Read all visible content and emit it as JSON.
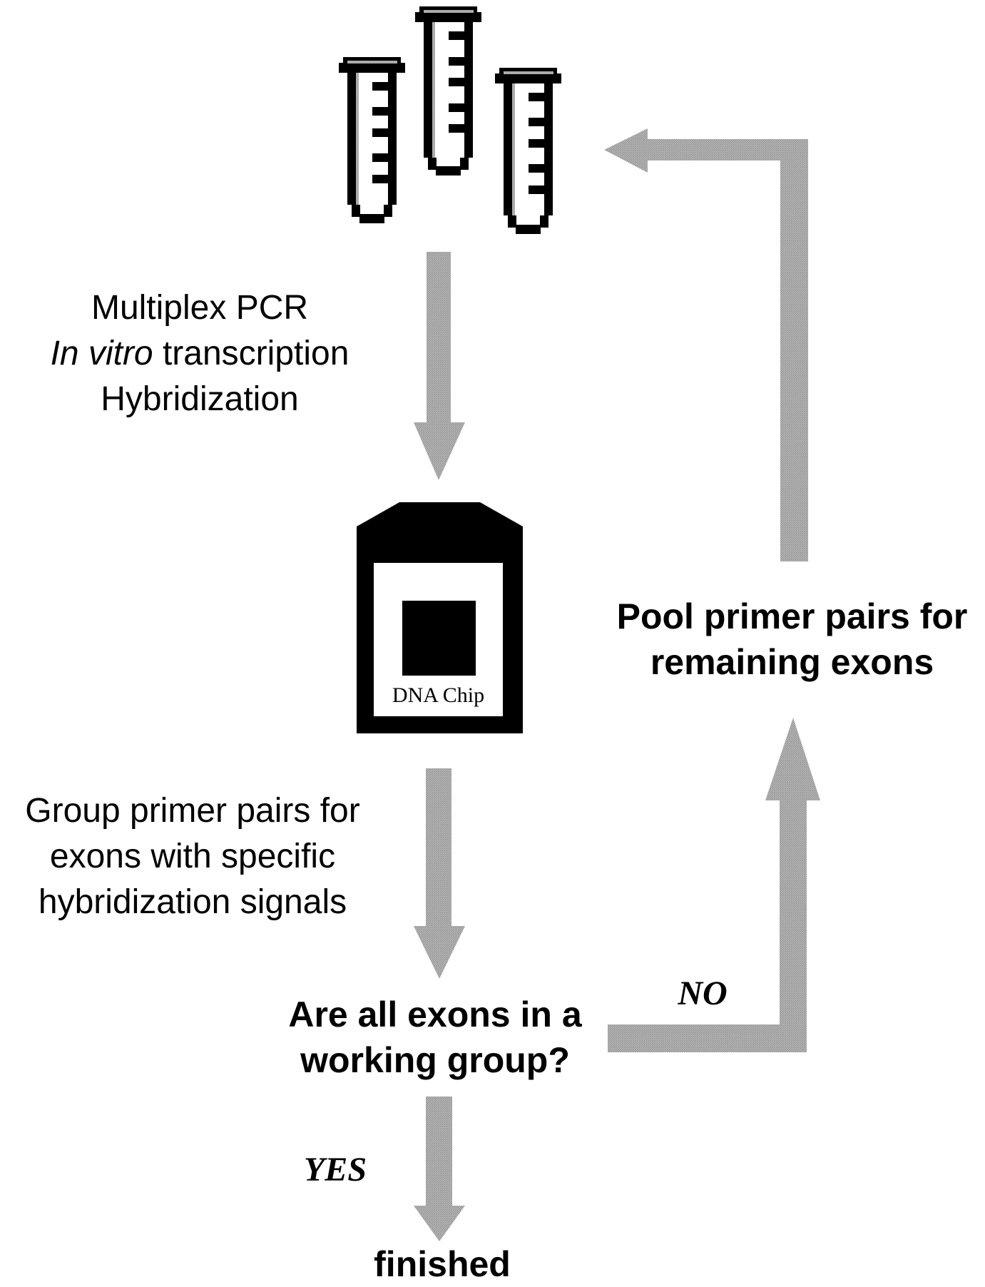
{
  "diagram": {
    "type": "flowchart",
    "colors": {
      "arrow_fill": "#a8a8a8",
      "ink": "#000000",
      "background": "#ffffff"
    },
    "nodes": {
      "tubes": {
        "icon": "pcr-tubes-icon",
        "count": 3
      },
      "step1": {
        "lines": [
          {
            "text": "Multiplex PCR"
          },
          {
            "italic_part": "In vitro",
            "rest": " transcription"
          },
          {
            "text": "Hybridization"
          }
        ]
      },
      "chip": {
        "icon": "dna-chip-icon",
        "label": "DNA Chip"
      },
      "step2": {
        "lines": [
          "Group primer pairs for",
          "exons with specific",
          "hybridization signals"
        ]
      },
      "question": {
        "lines": [
          "Are all exons in a",
          "working group?"
        ]
      },
      "pool": {
        "lines": [
          "Pool primer pairs for",
          "remaining exons"
        ]
      },
      "finished": {
        "text": "finished"
      }
    },
    "edges": {
      "no_label": "NO",
      "yes_label": "YES"
    }
  }
}
